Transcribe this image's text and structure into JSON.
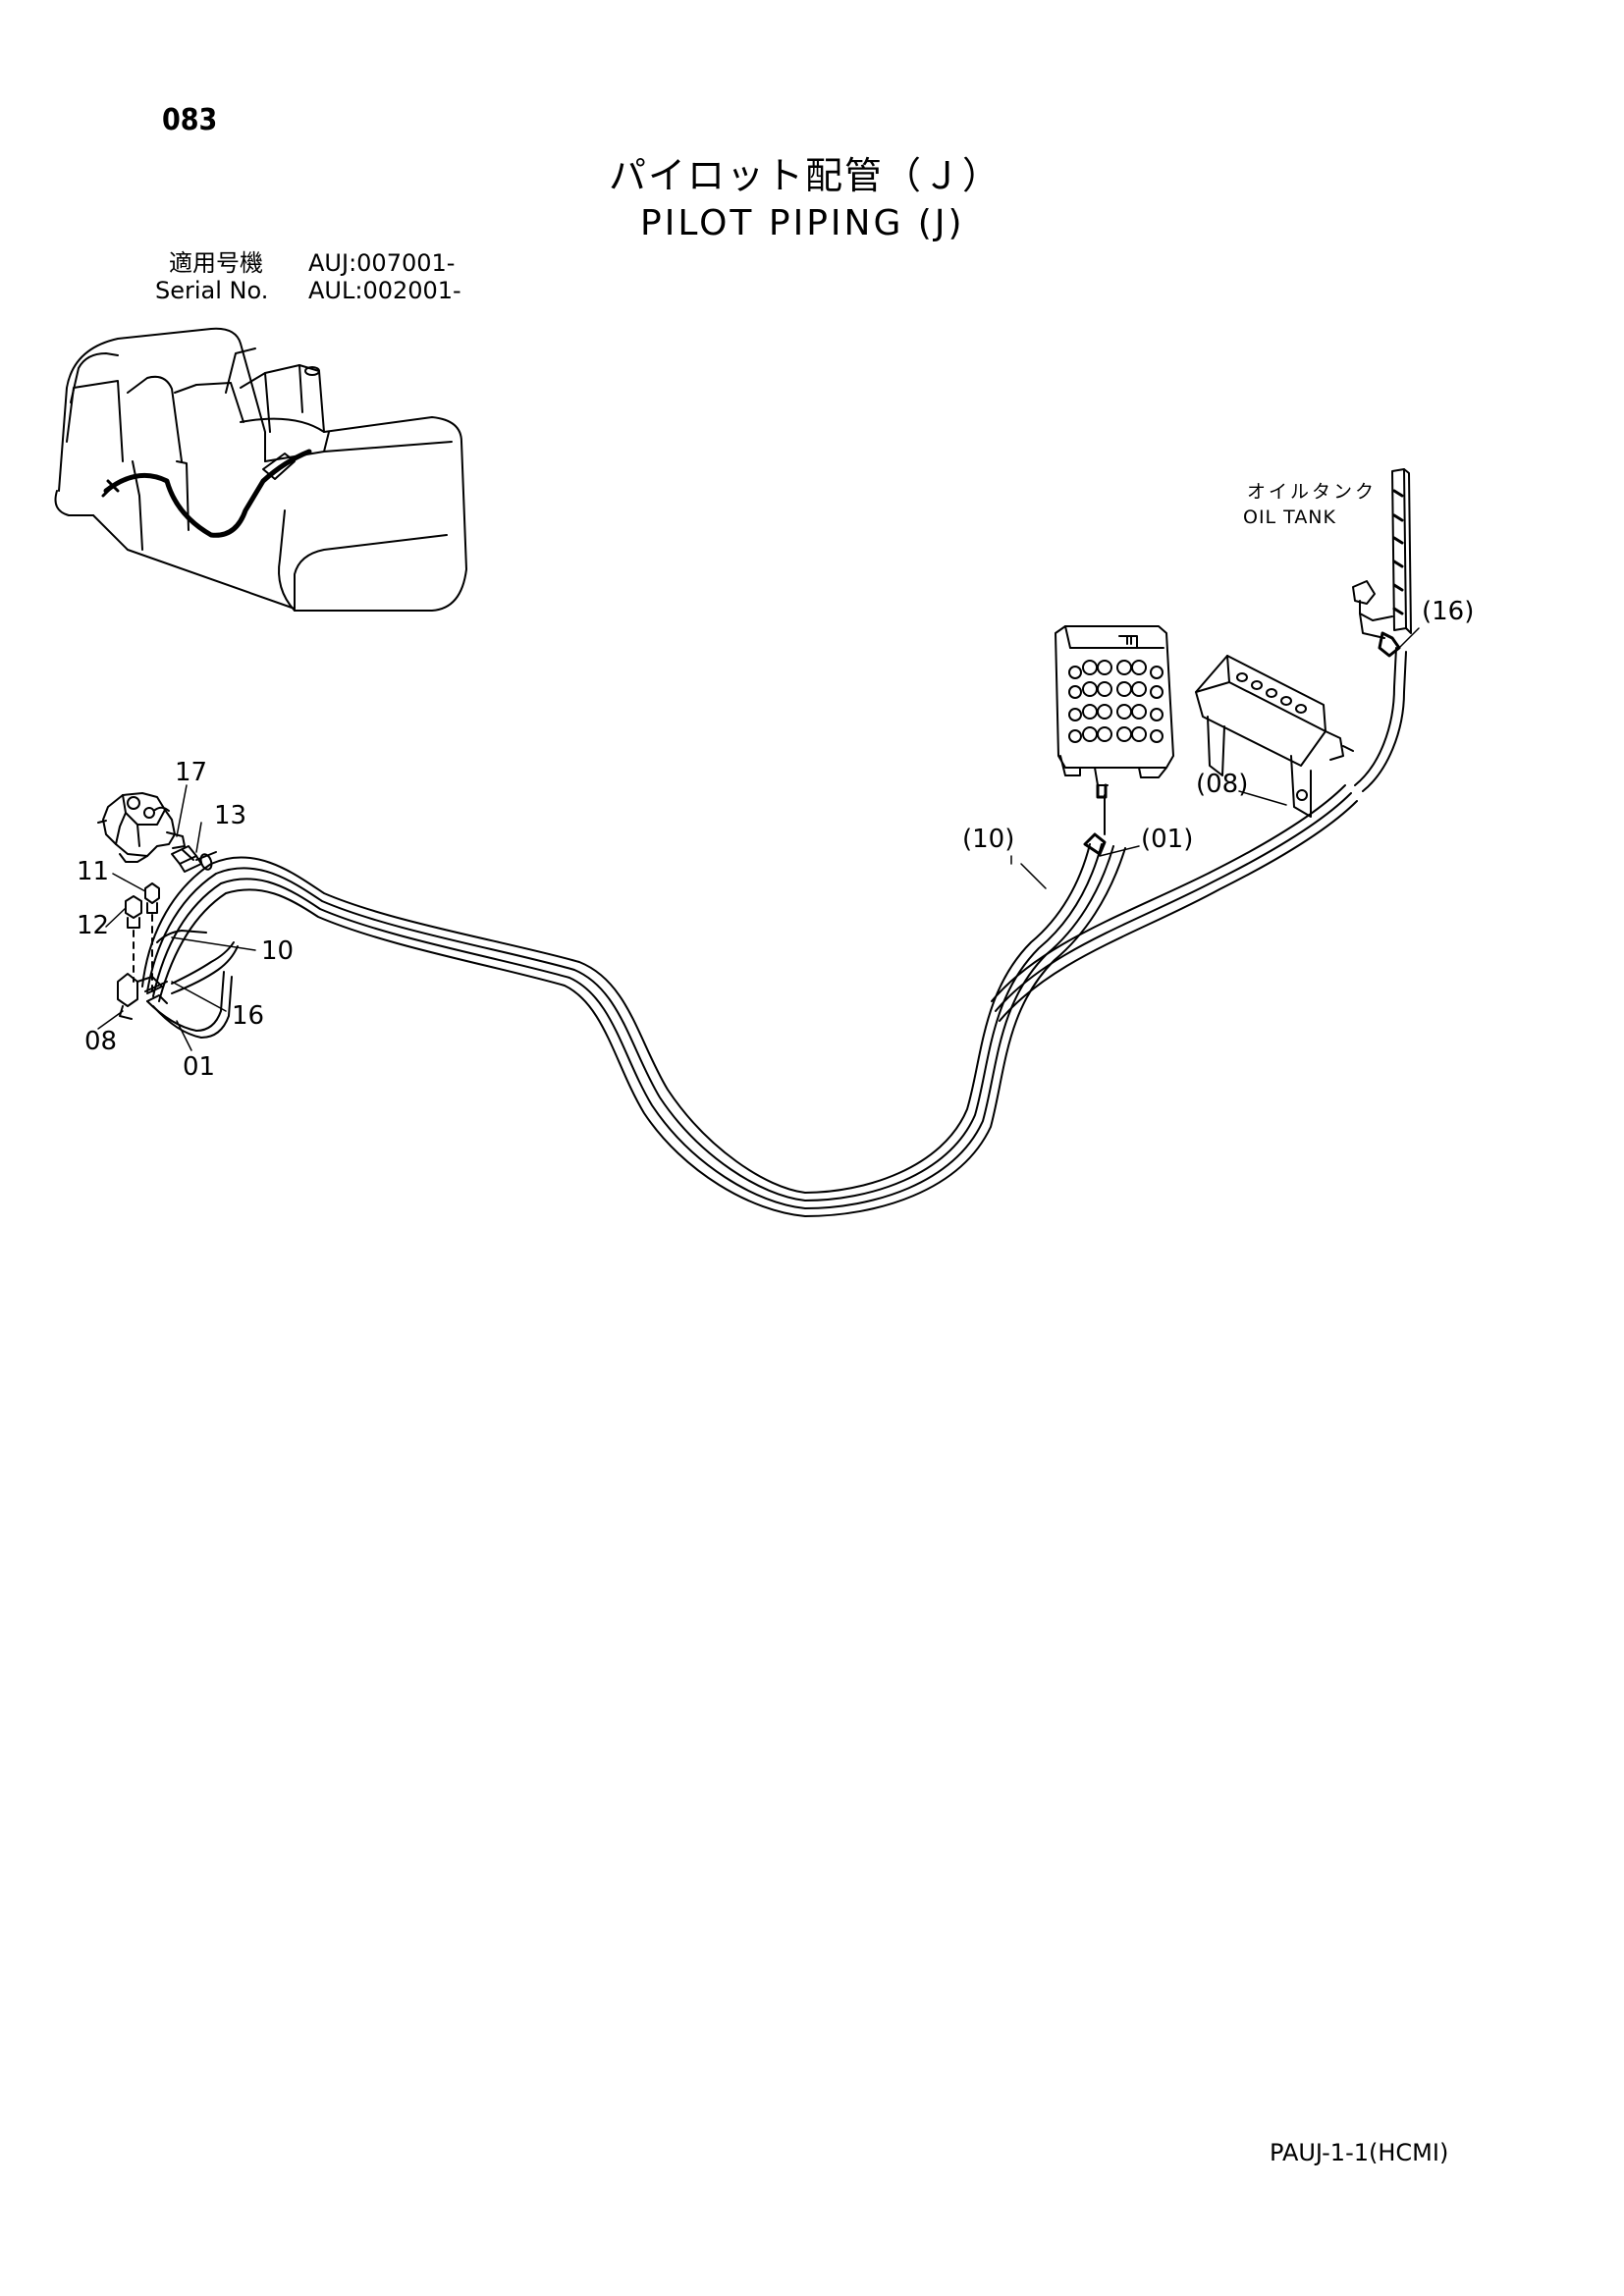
{
  "page": {
    "number": "083",
    "title_ja": "パイロット配管（Ｊ）",
    "title_en": "PILOT PIPING (J)",
    "footer_code": "PAUJ-1-1(HCMI)"
  },
  "serial": {
    "ja_label": "適用号機",
    "ja_value": "AUJ:007001-",
    "en_label": "Serial No.",
    "en_value": "AUL:002001-"
  },
  "components": {
    "oil_tank_ja": "オイルタンク",
    "oil_tank_en": "OIL TANK"
  },
  "callouts": {
    "c17": "17",
    "c13": "13",
    "c11": "11",
    "c12": "12",
    "c10": "10",
    "c16": "16",
    "c08": "08",
    "c01": "01",
    "p10": "(10)",
    "p01": "(01)",
    "p08": "(08)",
    "p16": "(16)"
  }
}
